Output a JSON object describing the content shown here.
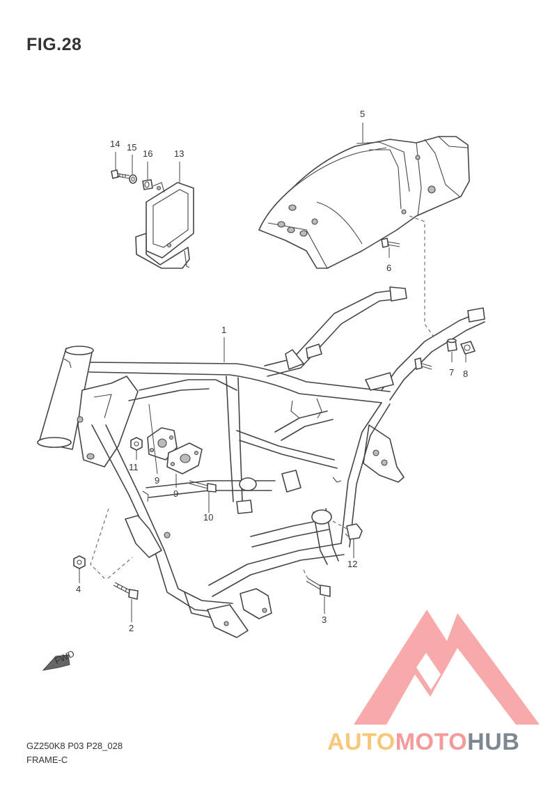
{
  "figure": {
    "title": "FIG.28"
  },
  "footer": {
    "model": "GZ250K8 P03 P28_028",
    "section": "FRAME-C"
  },
  "fwd_label": "FWD",
  "callouts": [
    {
      "id": "c1",
      "label": "1"
    },
    {
      "id": "c2",
      "label": "2"
    },
    {
      "id": "c3",
      "label": "3"
    },
    {
      "id": "c4",
      "label": "4"
    },
    {
      "id": "c5",
      "label": "5"
    },
    {
      "id": "c6",
      "label": "6"
    },
    {
      "id": "c7",
      "label": "7"
    },
    {
      "id": "c8",
      "label": "8"
    },
    {
      "id": "c9a",
      "label": "9"
    },
    {
      "id": "c9b",
      "label": "9"
    },
    {
      "id": "c10",
      "label": "10"
    },
    {
      "id": "c11",
      "label": "11"
    },
    {
      "id": "c12",
      "label": "12"
    },
    {
      "id": "c13",
      "label": "13"
    },
    {
      "id": "c14",
      "label": "14"
    },
    {
      "id": "c15",
      "label": "15"
    },
    {
      "id": "c16",
      "label": "16"
    }
  ],
  "watermark": {
    "word_part1": "AUTO",
    "word_part2": "MOTO",
    "word_part3": "HUB",
    "color_part1": "#f7c77a",
    "color_part2": "#f59a9a",
    "color_part3": "#7e8790",
    "logo_color": "#f79a9a"
  }
}
